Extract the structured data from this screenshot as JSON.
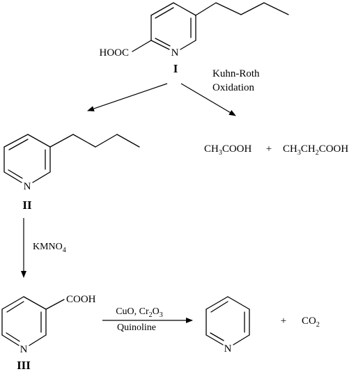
{
  "compounds": {
    "I": {
      "number": "I",
      "substituent": "HOOC",
      "ring_atom": "N"
    },
    "II": {
      "number": "II",
      "ring_atom": "N"
    },
    "III": {
      "number": "III",
      "substituent": "COOH",
      "ring_atom": "N"
    },
    "pyridine": {
      "ring_atom": "N"
    }
  },
  "reactions": {
    "kuhn_roth": {
      "line1": "Kuhn-Roth",
      "line2": "Oxidation"
    },
    "kmno4": {
      "text": "KMNO",
      "sub": "4"
    },
    "decarboxylation": {
      "reagent_part1": "CuO, Cr",
      "reagent_sub1": "2",
      "reagent_part2": "O",
      "reagent_sub2": "3",
      "solvent": "Quinoline"
    }
  },
  "products": {
    "acetic_acid": {
      "p1": "CH",
      "s1": "3",
      "p2": "COOH"
    },
    "plus1": "+",
    "propionic_acid": {
      "p1": "CH",
      "s1": "3",
      "p2": "CH",
      "s2": "2",
      "p3": "COOH"
    },
    "plus2": "+",
    "co2": {
      "p1": "CO",
      "s1": "2"
    }
  }
}
